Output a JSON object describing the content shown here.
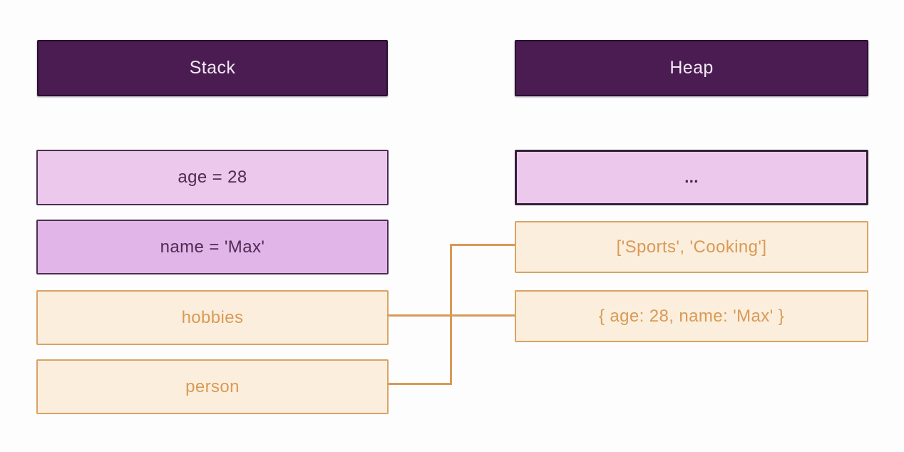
{
  "stack": {
    "header": "Stack",
    "items": [
      {
        "label": "age = 28",
        "variant": "purple-light"
      },
      {
        "label": "name = 'Max'",
        "variant": "purple"
      },
      {
        "label": "hobbies",
        "variant": "orange"
      },
      {
        "label": "person",
        "variant": "orange"
      }
    ]
  },
  "heap": {
    "header": "Heap",
    "items": [
      {
        "label": "...",
        "variant": "purple"
      },
      {
        "label": "['Sports', 'Cooking']",
        "variant": "orange"
      },
      {
        "label": "{ age: 28, name: 'Max' }",
        "variant": "orange"
      }
    ]
  },
  "connections": [
    {
      "from": "hobbies",
      "to": "['Sports', 'Cooking']"
    },
    {
      "from": "person",
      "to": "{ age: 28, name: 'Max' }"
    }
  ],
  "colors": {
    "header_bg": "#4a1c52",
    "header_text": "#f2e9f4",
    "purple_fill_light": "#ecc9ec",
    "purple_fill": "#e1b5e7",
    "purple_border": "#4b2f51",
    "purple_text": "#4f2a52",
    "orange_fill": "#fbeedd",
    "orange_border": "#d8a465",
    "orange_text": "#d99a55",
    "connector": "#d89a55"
  }
}
